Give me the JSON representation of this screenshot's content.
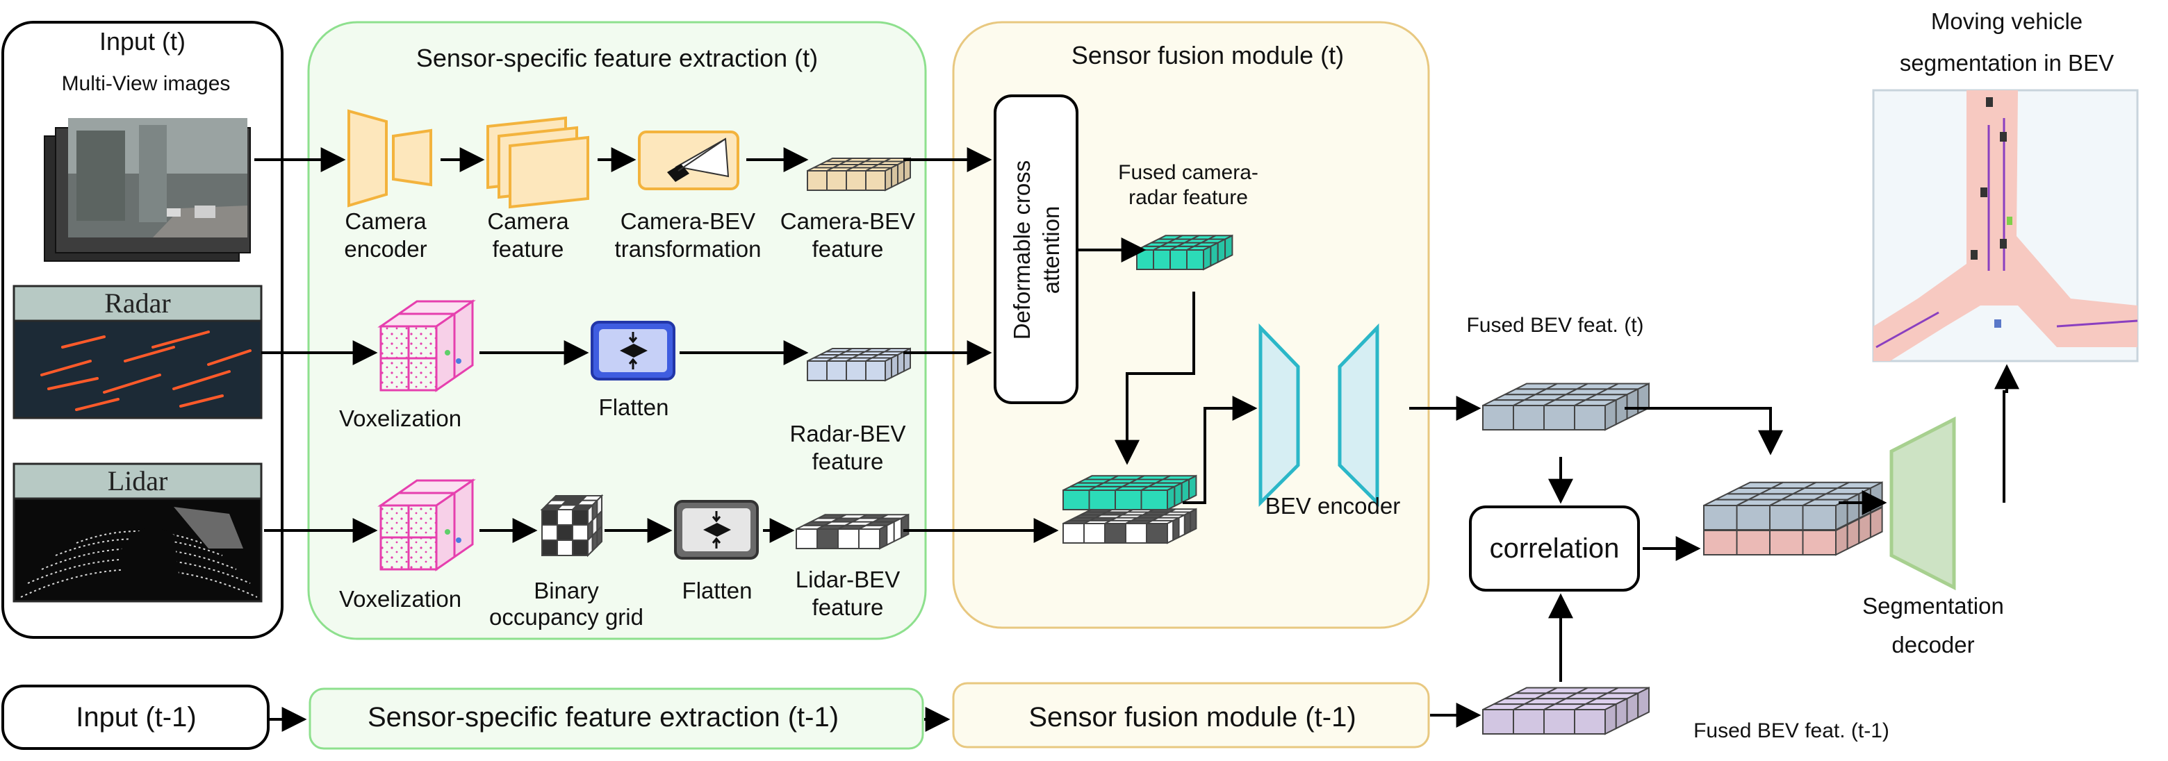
{
  "input_panel": {
    "title": "Input (t)",
    "multiview_label": "Multi-View images",
    "radar_banner": "Radar",
    "lidar_banner": "Lidar"
  },
  "extraction_panel": {
    "title": "Sensor-specific feature extraction (t)",
    "camera_encoder": [
      "Camera",
      "encoder"
    ],
    "camera_feature": [
      "Camera",
      "feature"
    ],
    "camera_bev_transformation": [
      "Camera-BEV",
      "transformation"
    ],
    "camera_bev_feature": [
      "Camera-BEV",
      "feature"
    ],
    "radar_voxelization": "Voxelization",
    "radar_flatten": "Flatten",
    "radar_bev_feature": [
      "Radar-BEV",
      "feature"
    ],
    "lidar_voxelization": "Voxelization",
    "binary_occupancy": [
      "Binary",
      "occupancy grid"
    ],
    "lidar_flatten": "Flatten",
    "lidar_bev_feature": [
      "Lidar-BEV",
      "feature"
    ]
  },
  "fusion_panel": {
    "title": "Sensor fusion module (t)",
    "deformable_attention": [
      "Deformable cross",
      "attention"
    ],
    "fused_camera_radar": [
      "Fused camera-",
      "radar feature"
    ],
    "bev_encoder": "BEV encoder"
  },
  "right_side": {
    "fused_bev_t": "Fused BEV feat. (t)",
    "correlation": "correlation",
    "segmentation_decoder": [
      "Segmentation",
      "decoder"
    ],
    "output_title": [
      "Moving vehicle",
      "segmentation in BEV"
    ],
    "fused_bev_t1": "Fused BEV feat. (t-1)"
  },
  "bottom_row": {
    "input_t1": "Input (t-1)",
    "extraction_t1": "Sensor-specific feature extraction (t-1)",
    "fusion_t1": "Sensor fusion module (t-1)"
  },
  "colors": {
    "extraction_border": "#8ee08e",
    "extraction_fill": "#f2fbf0",
    "fusion_border": "#e8c880",
    "fusion_fill": "#fdfbee",
    "camera_orange": "#f3b33d",
    "camera_fill": "#fde7bc",
    "radar_bev": "#d7e3f8",
    "teal": "#2ee6c2",
    "encoder_blue": "#2bb7c8",
    "encoder_fill": "#d6eef3",
    "bev_grey_blue": "#bccbd9",
    "correlation_pink": "#f7c4c0",
    "t1_purple": "#ddd0ee",
    "decoder_green": "#cde3c4",
    "voxel_magenta": "#e63fae",
    "flatten_blue": "#3f5de0"
  }
}
